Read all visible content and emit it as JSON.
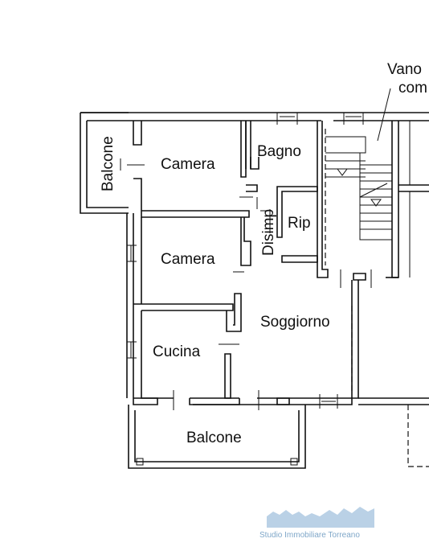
{
  "floorplan": {
    "labels": {
      "vano": "Vano",
      "com": "com",
      "balcone_left": "Balcone",
      "camera_top": "Camera",
      "bagno": "Bagno",
      "disimp": "Disimp",
      "rip": "Rip",
      "camera_middle": "Camera",
      "soggiorno": "Soggiorno",
      "cucina": "Cucina",
      "balcone_bottom": "Balcone"
    },
    "watermark": {
      "text": "Studio Immobiliare Torreano",
      "color": "#7fa7c9"
    }
  }
}
